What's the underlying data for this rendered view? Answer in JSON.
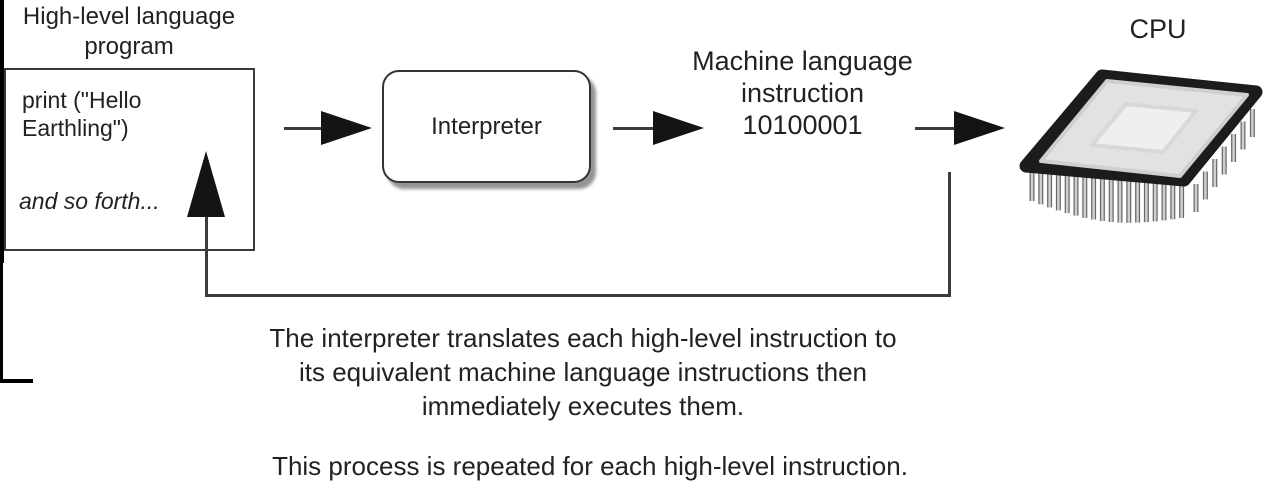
{
  "program": {
    "title": "High-level language\nprogram",
    "code": "print (\"Hello\nEarthling\")",
    "continuation": "and so forth..."
  },
  "interpreter": {
    "label": "Interpreter"
  },
  "machine_instruction": {
    "title": "Machine language\ninstruction",
    "value": "10100001"
  },
  "cpu": {
    "label": "CPU"
  },
  "captions": {
    "main": "The interpreter translates each high-level instruction to\nits equivalent machine language instructions then\nimmediately executes them.",
    "repeat": "This process is repeated for each high-level instruction."
  },
  "colors": {
    "background": "#ffffff",
    "text": "#222222",
    "line": "#3c3c3c",
    "arrowhead": "#141414",
    "box_border": "#3a3a3a",
    "box_shadow": "#949494",
    "chip_package": "#1c1c1c",
    "chip_ceramic": "#e2e2e2",
    "chip_core": "#efefef",
    "chip_pin": "#cfcfcf"
  }
}
